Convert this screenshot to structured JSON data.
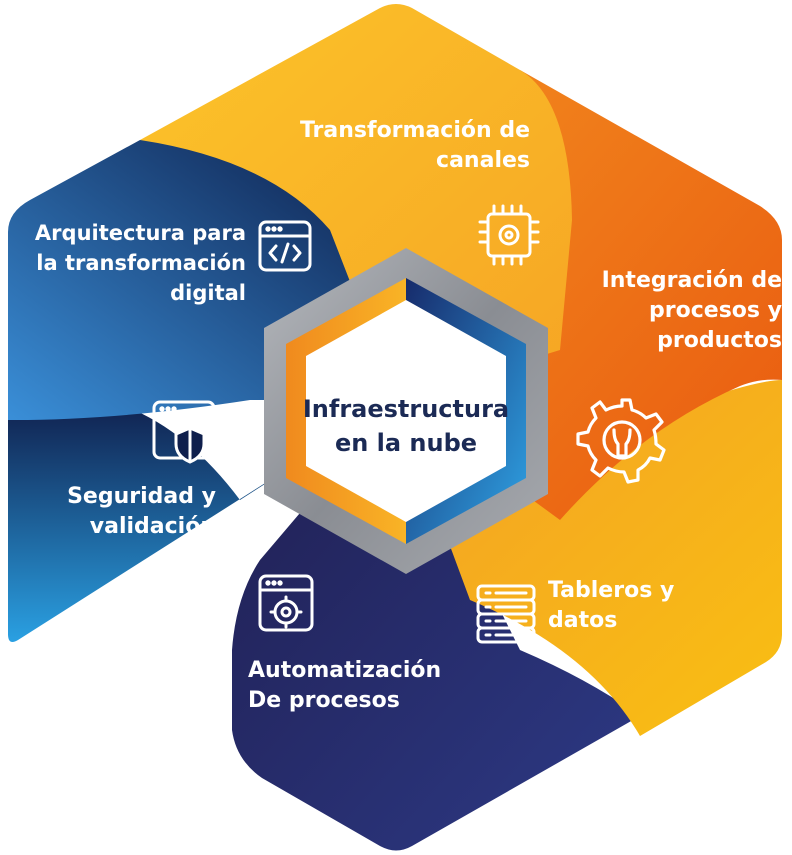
{
  "center": {
    "line1": "Infraestructura",
    "line2": "en la nube"
  },
  "segments": [
    {
      "id": "canales",
      "lines": [
        "Transformación de",
        "canales"
      ],
      "icon": "chip-gear-icon",
      "color": "#f7a823"
    },
    {
      "id": "integracion",
      "lines": [
        "Integración de",
        "procesos y",
        "productos"
      ],
      "icon": "gear-wrench-icon",
      "color": "#ef6a12"
    },
    {
      "id": "tableros",
      "lines": [
        "Tableros y",
        "datos"
      ],
      "icon": "server-stack-icon",
      "color": "#f29520"
    },
    {
      "id": "automatizacion",
      "lines": [
        "Automatización",
        "De procesos"
      ],
      "icon": "browser-gear-icon",
      "color": "#1e2459"
    },
    {
      "id": "seguridad",
      "lines": [
        "Seguridad y",
        "validación"
      ],
      "icon": "browser-shield-icon",
      "color": "#0f1f4c"
    },
    {
      "id": "arquitectura",
      "lines": [
        "Arquitectura para",
        "la transformación",
        "digital"
      ],
      "icon": "browser-code-icon",
      "color": "#1a4d96"
    }
  ]
}
